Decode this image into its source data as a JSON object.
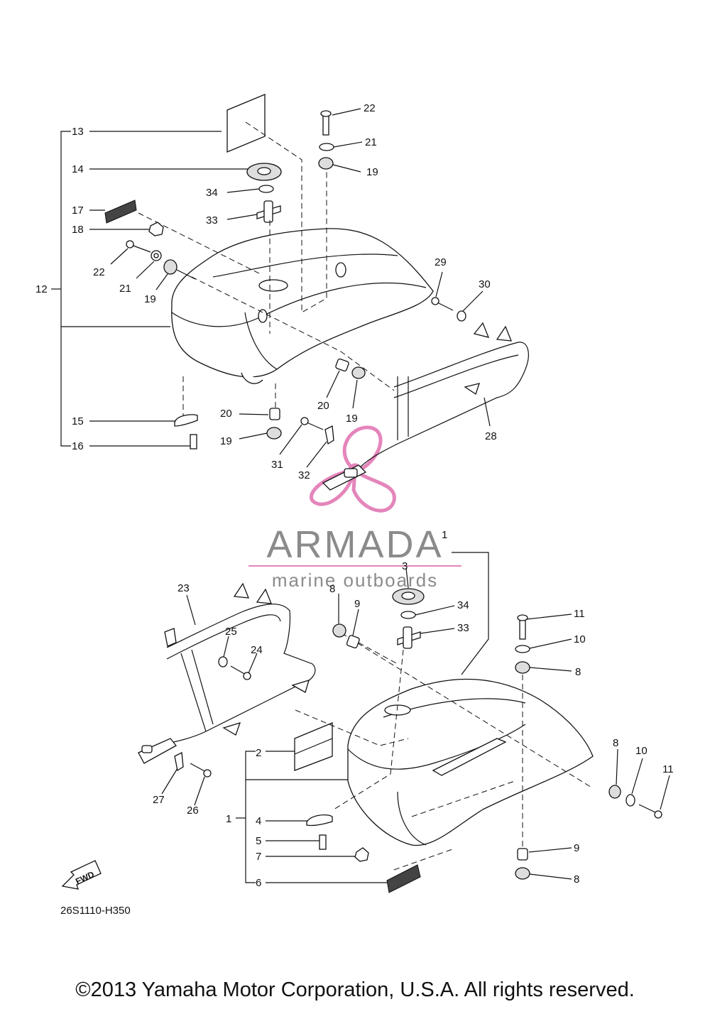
{
  "diagram_code": "26S1110-H350",
  "fwd_label": "FWD",
  "watermark": {
    "brand": "ARMADA",
    "tagline": "marine outboards"
  },
  "copyright": "©2013 Yamaha Motor Corporation, U.S.A. All rights reserved.",
  "callouts": [
    "1",
    "2",
    "3",
    "4",
    "5",
    "6",
    "7",
    "8",
    "9",
    "10",
    "11",
    "12",
    "13",
    "14",
    "15",
    "16",
    "17",
    "18",
    "19",
    "20",
    "21",
    "22",
    "23",
    "24",
    "25",
    "26",
    "27",
    "28",
    "29",
    "30",
    "31",
    "32",
    "33",
    "34"
  ],
  "colors": {
    "line": "#111111",
    "watermark_gray": "#777777",
    "watermark_pink": "#e070b0"
  }
}
